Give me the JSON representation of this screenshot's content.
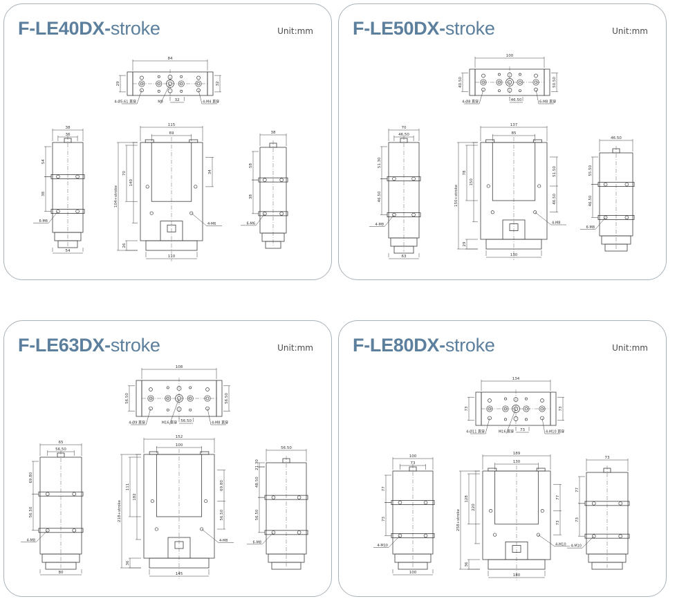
{
  "panels": [
    {
      "model": "F-LE40DX-",
      "suffix": "stroke",
      "unit": "Unit:mm",
      "top_view": {
        "width": "84",
        "bolt_pitch": "32",
        "height_l": "29",
        "height_r": "32",
        "thru_hole": "4-Ø5.61 貫穿",
        "center_tap": "M8",
        "tap": "4-M4 貫穿"
      },
      "left_view": {
        "top_w": "38",
        "inner_w": "36",
        "pitch_1": "54",
        "pitch_2": "38",
        "base_w": "54",
        "tap": "6-M6"
      },
      "front_view": {
        "top_w": "115",
        "inner_w": "69",
        "height": "104+stroke",
        "inner_h": "70",
        "mid_h": "140",
        "right_h": "34",
        "base_h": "26",
        "base_w": "110",
        "tap": "4-M6"
      },
      "right_view": {
        "top_w": "38",
        "pitch_1": "58",
        "pitch_2": "38",
        "tap": "6-M6"
      }
    },
    {
      "model": "F-LE50DX-",
      "suffix": "stroke",
      "unit": "Unit:mm",
      "top_view": {
        "width": "100",
        "bolt_pitch": "46.50",
        "height_l": "40.50",
        "height_r": "50.50",
        "thru_hole": "4-Ø8 貫穿",
        "center_tap": "",
        "tap": "6-M8 貫穿"
      },
      "left_view": {
        "top_w": "70",
        "inner_w": "46.50",
        "pitch_1": "51.30",
        "pitch_2": "46.50",
        "base_w": "63",
        "tap": "4-M8"
      },
      "front_view": {
        "top_w": "137",
        "inner_w": "85",
        "height": "150+stroke",
        "inner_h": "78",
        "mid_h": "150",
        "right_h": "51.50",
        "right_h2": "46.50",
        "base_h": "29",
        "base_w": "130",
        "tap": "4-M8"
      },
      "right_view": {
        "top_w": "46.50",
        "pitch_1": "55.50",
        "pitch_2": "46.50",
        "tap": "6-M8"
      }
    },
    {
      "model": "F-LE63DX-",
      "suffix": "stroke",
      "unit": "Unit:mm",
      "top_view": {
        "width": "108",
        "bolt_pitch": "56.50",
        "height_l": "56.50",
        "height_r": "56.50",
        "thru_hole": "4-Ø9 貫穿",
        "center_tap": "M16 貫穿",
        "tap": "4-M8 貫穿"
      },
      "left_view": {
        "top_w": "65",
        "inner_w": "56.50",
        "pitch_1": "69.80",
        "pitch_2": "56.50",
        "base_w": "80",
        "tap": "4-M8"
      },
      "front_view": {
        "top_w": "152",
        "inner_w": "100",
        "height": "218+stroke",
        "inner_h": "111",
        "mid_h": "182",
        "right_h": "69.80",
        "right_h2": "56.50",
        "base_h": "36",
        "base_w": "145",
        "tap": "4-M8"
      },
      "right_view": {
        "top_w": "56.50",
        "pitch_1": "48.50",
        "pitch_2": "56.50",
        "pitch_0": "21.30",
        "tap": "6-M8"
      }
    },
    {
      "model": "F-LE80DX-",
      "suffix": "stroke",
      "unit": "Unit:mm",
      "top_view": {
        "width": "134",
        "bolt_pitch": "73",
        "height_l": "73",
        "height_r": "73",
        "thru_hole": "4-Ø11 貫穿",
        "center_tap": "M16 貫穿",
        "tap": "4-M10 貫穿"
      },
      "left_view": {
        "top_w": "100",
        "inner_w": "73",
        "pitch_1": "77",
        "pitch_2": "73",
        "base_w": "100",
        "tap": "4-M10"
      },
      "front_view": {
        "top_w": "189",
        "inner_w": "130",
        "height": "258+stroke",
        "inner_h": "128",
        "mid_h": "220",
        "right_h": "77",
        "right_h2": "73",
        "base_h": "36",
        "base_w": "180",
        "tap": "4-M10"
      },
      "right_view": {
        "top_w": "73",
        "pitch_1": "77",
        "pitch_2": "73",
        "tap": "4-M10"
      }
    }
  ]
}
